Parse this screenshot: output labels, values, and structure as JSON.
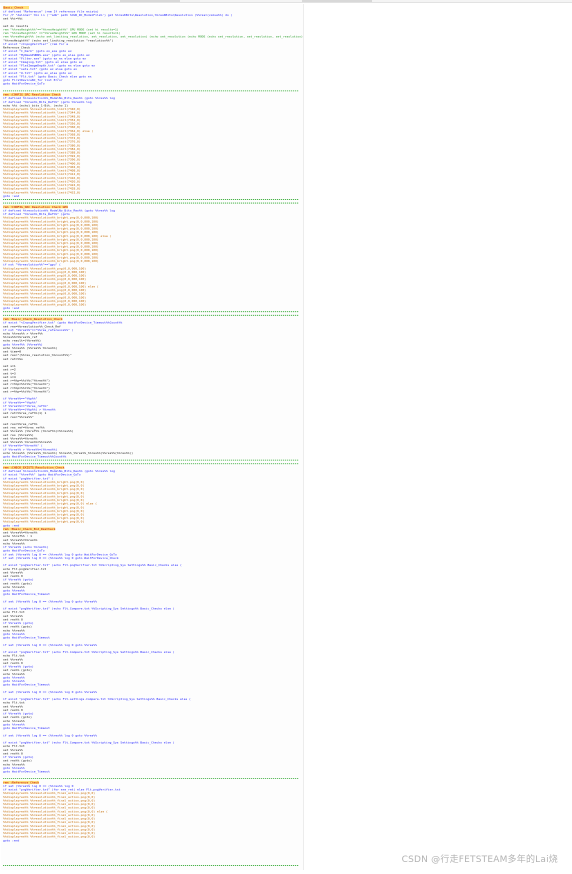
{
  "editor": {
    "title": "Basic_Check",
    "lines": [
      "if defined \"Reference\" (rem If reference file exists)",
      "for /f \"delims=\" %%i in ('\"adb\" path %CUR_RC_ModelFile%') get %%resKBits\\Resolution,%%resKBits\\Resolution (%%res=(value%%) do (",
      "   set %%i=%%i",
      "",
      "set do results",
      "rem \"%%resHeight%%\"==\"%%resHeight%%\" GPU MODE (set hi results=1)",
      "rem \"%%resHeight%%\" ==\"%%resHeight%%\" GPU MODE (set hi results=1)",
      "rem %%resHeight%% (echo set_limiting_resolution, set_resolution, set_resolution) (echo set_resolution (echo MODE (echo set_resolution, set_resolution, set_resolution))",
      "   \"%%resHeight%%\" (echo set_limiting_resolution \"resolution%%\")",
      "if exist \"<C>pngVerifier\" (rem for a",
      "Reference_Check",
      "   if exist \"C_Dark\" (goto on_exe goto ex",
      "   if exist \"MyNewGPUNNS.exe\" (goto ex_else goto ex",
      "   if exist \"Filter.exe\" (goto ex_ex else goto ex",
      "   if exist \"Imaging.txt\" (goto ex else goto ex",
      "   if exist \"FlatImageDepth.txt\" (goto ex else goto ex",
      "   if exist \"sets.txt\" (goto ex else goto ex",
      "   if exist \"U.txt\" (goto en_else goto ex",
      "   if exist \"Flt.txt\" (goto Basic_Check else goto ex",
      "   goto FirstDeviceNC_for list Error",
      "   goto WaitForDevice_GoTo",
      "",
      "========================================================================================",
      "rem :CONFIG_SRC Resolution Check",
      "if defined %%resolution%%_ModelNo_Bits_Res%% (goto %%res%% log",
      "   if defined \"%%res%%_Bits_Ref%%\" (goto %%res%% log",
      "   echo %%i (echo)_bits_1-Bit. (echo 1)",
      "   %%displayres%% %%resolution%%_limit(7340,0)",
      "   %%displayres%% %%resolution%%_limit(7344,0)",
      "   %%displayres%% %%resolution%%_limit(7348,0)",
      "   %%displayres%% %%resolution%%_limit(7352,0)",
      "   %%displayres%% %%resolution%%_limit(7356,0)",
      "   %%displayres%% %%resolution%%_limit(7360,0)",
      "   %%displayres%% %%resolution%%_limit(7364,0) else (",
      "   %%displayres%% %%resolution%%_limit(7368,0)",
      "   %%displayres%% %%resolution%%_limit(7372,0)",
      "   %%displayres%% %%resolution%%_limit(7376,0)",
      "   %%displayres%% %%resolution%%_limit(7380,0)",
      "   %%displayres%% %%resolution%%_limit(7384,0)",
      "   %%displayres%% %%resolution%%_limit(7388,0)",
      "   %%displayres%% %%resolution%%_limit(7392,0)",
      "   %%displayres%% %%resolution%%_limit(7396,0)",
      "   %%displayres%% %%resolution%%_limit(7400,0)",
      "   %%displayres%% %%resolution%%_limit(7404,0)",
      "   %%displayres%% %%resolution%%_limit(7408,0)",
      "   %%displayres%% %%resolution%%_limit(7412,0)",
      "   %%displayres%% %%resolution%%_limit(7416,0)",
      "   %%displayres%% %%resolution%%_limit(7420,0)",
      "   %%displayres%% %%resolution%%_limit(7424,0)",
      "   %%displayres%% %%resolution%%_limit(7428,0)",
      "   %%displayres%% %%resolution%%_limit(7432,0)",
      "   goto :end",
      "========================================================================================",
      "========================================================================================",
      "rem :CONFIG_SRC Resolution Check GPU",
      "if defined %%resolution%%_ModelNo_Bits_Res%% (goto %%res%% log",
      "   if defined \"%%res%%_Bits_Ref%%\" (goto",
      "   %%displayres%% %%resolution%%_bright.png(0,0,000,100)",
      "   %%displayres%% %%resolution%%_bright.png(0,0,000,100)",
      "   %%displayres%% %%resolution%%_bright.png(0,0,000,100)",
      "   %%displayres%% %%resolution%%_bright.png(0,0,000,100)",
      "   %%displayres%% %%resolution%%_bright.png(0,0,000,100)",
      "   %%displayres%% %%resolution%%_bright.png(0,0,000,100) else (",
      "   %%displayres%% %%resolution%%_bright.png(0,0,000,100)",
      "   %%displayres%% %%resolution%%_bright.png(0,0,000,100)",
      "   %%displayres%% %%resolution%%_bright.png(0,0,000,100)",
      "   %%displayres%% %%resolution%%_bright.png(0,0,000,100)",
      "   %%displayres%% %%resolution%%_bright.png(0,0,000,100)",
      "   %%displayres%% %%resolution%%_bright.png(0,0,000,100)",
      "   %%displayres%% %%resolution%%_bright.png(0,0,000,100)",
      "   if not \"%%resolution%%\"==\"gpu\" (",
      "   %%displayres%% %%resolution%%_png(0,0,000,100)",
      "   %%displayres%% %%resolution%%_png(0,0,000,100)",
      "   %%displayres%% %%resolution%%_png(0,0,000,100)",
      "   %%displayres%% %%resolution%%_png(0,0,000,100)",
      "   %%displayres%% %%resolution%%_png(0,0,000,100)",
      "   %%displayres%% %%resolution%%_png(0,0,000,100) else (",
      "   %%displayres%% %%resolution%%_png(0,0,000,100)",
      "   %%displayres%% %%resolution%%_png(0,0,000,100)",
      "   %%displayres%% %%resolution%%_png(0,0,000,100)",
      "   %%displayres%% %%resolution%%_png(0,0,000,100)",
      "   %%displayres%% %%resolution%%_png(0,0,000,100)",
      "   goto :end",
      "========================================================================================",
      "========================================================================================",
      "rem :Basic_Check_Resolution_Check",
      "if exist \"<C>pngVerifier.txt\" (goto WaitForDevice_Timeout%%Count%%",
      "   set res=%%resolution%%_Check_Ref",
      "   if not \"%%res%%\"==\"%%res_reference%%\" (",
      "   echo %%res%% > %%ref%%",
      "   %%res%%=%%res%%_ref",
      "   echo result=(%%res%%)",
      "   goto %%ref%% (%%res%%)",
      "   echo %%res%% (%%res%% %%res%%)",
      "   set time=0",
      "   set res=\"(%%res_resolution_%%count%%)\"",
      "   set ret=%%s",
      "",
      "      set s=1",
      "      set r=2",
      "      set t=3",
      "      set v=4",
      "      set r=%%p=%%i%%(\"%%res%%\")",
      "      set r=%%p=%%i%%(\"%%res%%\")",
      "      set r=%%p=%%i%%(\"%%res%%\")",
      "      set r=%%p=%%i%%(\"%%res%%\")",
      "",
      "      if %%res%%==\"%%p%%\"",
      "      if %%res%%==\"%%p%%\"",
      "      if %%res%%==\"%%res_ref%%\"",
      "      if %%res%%==(%%p%%) > %%res%%",
      "      set ret=%%res_ref%%(1) 1",
      "      set res=\"%%res%%\"",
      "",
      "      set res=%%res_ref%%",
      "      set res_ref=%%res_ref%%",
      "      set %%res%% (%%ref%% (%%ref%%)=%%res%%)",
      "      set res (%%res%%)",
      "      set %%res%%=%%res%%",
      "      set %%res%% %%res%%=%%res%%",
      "      if %%res%%=\"%%res%%\" (",
      "      if %%res%% > %%res%%=(%%res%%)",
      "      echo %%res%% (%%res%%_%%res%%) %%res%%_%%res%%_%%res%%(%%res%%(%%res%%))",
      "      goto WaitForDevice_Timeout%%Count%%",
      "========================================================================================",
      "========================================================================================",
      "rem :CHECK_EXISTS_Resolution_Check",
      "if defined %%resolution%%_ModelNo_Bits_Res%% (goto %%res%% log",
      "   if exist \"%%ref%%\" (goto WaitForDevice_GoTo",
      "   if exist \"pngVerifier.txt\" (",
      "   %%displayres%% %%resolution%%_bright.png(0,0)",
      "   %%displayres%% %%resolution%%_bright.png(0,0)",
      "   %%displayres%% %%resolution%%_bright.png(0,0)",
      "   %%displayres%% %%resolution%%_bright.png(0,0)",
      "   %%displayres%% %%resolution%%_bright.png(0,0)",
      "   %%displayres%% %%resolution%%_bright.png(0,0)",
      "   %%displayres%% %%resolution%%_bright.png(0,0) else (",
      "   %%displayres%% %%resolution%%_bright.png(0,0)",
      "   %%displayres%% %%resolution%%_bright.png(0,0)",
      "   %%displayres%% %%resolution%%_bright.png(0,0)",
      "   %%displayres%% %%resolution%%_bright.png(0,0)",
      "   %%displayres%% %%resolution%%_bright.png(0,0)",
      "   goto :end",
      "rem :Basic_Check_End_ResCheck",
      "set %%res%%=%%res%%",
      "   echo %%ref%% : 1",
      "   set %%res%%=%%res%%",
      "   echo %%res%%",
      "   if %%res%% (echo %%res%%)",
      "   goto WaitForDevice_GoTo",
      "if set (%%res%% log 0 == (%%res%% log 0 goto WaitForDevice_GoTo",
      "if set (%%res%% log 0 == (%%res%% log 0 goto WaitForDevice_Check",
      "",
      "if exist \"pngVerifier.txt\" (echo Flt.pngVerifier.txt %%Scripting_Sys Settings%% Basic_Checks else (",
      "echo Flt.pngVerifier.txt",
      "   set %%res%%",
      "   set res%% 0",
      "   if %%res%% (goto)",
      "   set res%% (goto)",
      "   echo %%res%%",
      "   goto %%res%%",
      "goto WaitForDevice_Timeout",
      "",
      "if set (%%res%% log 0 == (%%res%% log 0 goto %%res%%",
      "",
      "if exist \"pngVerifier.txt\" (echo Flt.Compare.txt %%Scripting_Sys Settings%% Basic_Checks else (",
      "echo Flt.txt",
      "   set %%res%%",
      "   set res%% 0",
      "   if %%res%% (goto)",
      "   set res%% (goto)",
      "   echo %%res%%",
      "   goto %%res%%",
      "goto WaitForDevice_Timeout",
      "",
      "if set (%%res%% log 0 == (%%res%% log 0 goto %%res%%",
      "",
      "if exist \"pngVerifier.txt\" (echo Flt.Compare.txt %%Scripting_Sys Settings%% Basic_Checks else (",
      "echo Flt.txt",
      "   set %%res%%",
      "   set res%% 0",
      "   if %%res%% (goto)",
      "   set res%% (goto)",
      "   echo %%res%%",
      "   goto %%res%%",
      "   goto %%res%%",
      "goto WaitForDevice_Timeout",
      "",
      "if set (%%res%% log 0 == (%%res%% log 0 goto %%res%%",
      "",
      "if exist \"pngVerifier.txt\" (echo Flt.settings.Compare.txt %%Scripting_Sys Settings%% Basic_Checks else (",
      "echo Flt.txt",
      "   set %%res%%",
      "   set res%% 0",
      "   if %%res%% (goto)",
      "   set res%% (goto)",
      "   echo %%res%%",
      "   goto %%res%%",
      "goto WaitForDevice_Timeout",
      "",
      "if set (%%res%% log 0 == (%%res%% log 0 goto %%res%%",
      "",
      "if exist \"pngVerifier.txt\" (echo Flt.Compare.txt %%Scripting_Sys Settings%% Basic_Checks else (",
      "echo Flt.txt",
      "   set %%res%%",
      "   set res%% 0",
      "   if %%res%% (goto)",
      "   set res%% (goto)",
      "   echo %%res%%",
      "   goto %%res%%",
      "goto WaitForDevice_Timeout",
      "",
      "========================================================================================",
      "rem :Reference_Check",
      "if set (%%res%% log 0 == (%%res%% log 0",
      "   if exist \"pngVerifier.txt\" (for exe_ret) else Flt.pngVerifier.txt",
      "   %%displayres%% %%resolution%%_final_action.png(0,0)",
      "   %%displayres%% %%resolution%%_final_action.png(0,0)",
      "   %%displayres%% %%resolution%%_final_action.png(0,0)",
      "   %%displayres%% %%resolution%%_final_action.png(0,0)",
      "   %%displayres%% %%resolution%%_final_action.png(0,0)",
      "   %%displayres%% %%resolution%%_final_action.png(0,0) else (",
      "   %%displayres%% %%resolution%%_final_action.png(0,0)",
      "   %%displayres%% %%resolution%%_final_action.png(0,0)",
      "   %%displayres%% %%resolution%%_final_action.png(0,0)",
      "   %%displayres%% %%resolution%%_final_action.png(0,0)",
      "   %%displayres%% %%resolution%%_final_action.png(0,0)",
      "   %%displayres%% %%resolution%%_final_action.png(0,0)",
      "   %%displayres%% %%resolution%%_final_action.png(0,0)",
      "   goto :end",
      "",
      "",
      "",
      "",
      "",
      "",
      "========================================================================================"
    ]
  },
  "watermark": "CSDN @行走FETSTEAM多年的Lai烧",
  "colors": {
    "keyword": "#1a1aff",
    "comment": "#2a9d2a",
    "string": "#9a2fb5",
    "variable": "#c46a00",
    "label": "#c00000",
    "label_bg": "#ffe07a",
    "plain": "#222222",
    "separator": "#33aa33"
  }
}
